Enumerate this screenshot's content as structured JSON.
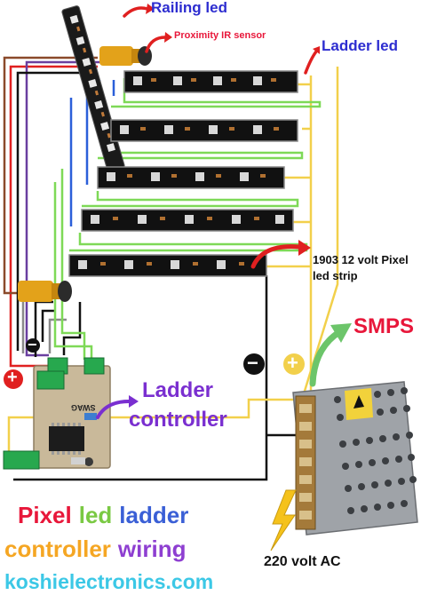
{
  "labels": {
    "railing_led": "Railing led",
    "proximity_sensor": "Proximity IR sensor",
    "ladder_led": "Ladder led",
    "pixel_strip": "1903 12 volt Pixel led strip",
    "smps": "SMPS",
    "ladder_controller_1": "Ladder",
    "ladder_controller_2": "controller",
    "ac_input": "220 volt AC",
    "pcb_marking": "SWAG",
    "minus_symbol": "−",
    "plus_symbol": "+"
  },
  "title": {
    "line1": [
      {
        "text": "Pixel",
        "color": "#e8173a"
      },
      {
        "text": "led",
        "color": "#7ac943"
      },
      {
        "text": "ladder",
        "color": "#3a5fd6"
      }
    ],
    "line2": [
      {
        "text": "controller",
        "color": "#f5a623"
      },
      {
        "text": "wiring",
        "color": "#8e3fd1"
      }
    ]
  },
  "website": "koshielectronics.com",
  "colors": {
    "red_wire": "#e02020",
    "yellow_wire": "#f2d04b",
    "green_wire": "#7ed957",
    "blue_wire": "#2b5fd9",
    "black_wire": "#111111",
    "label_blue": "#2d2dd0",
    "label_red": "#e8173a",
    "label_purple": "#7a2fd0",
    "website_cyan": "#3cc8e6"
  }
}
